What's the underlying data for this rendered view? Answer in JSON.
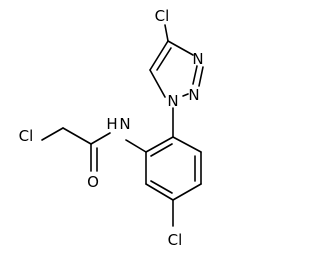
{
  "molecule": {
    "atoms": [
      {
        "id": "cl_top",
        "label": "Cl"
      },
      {
        "id": "n_triazole_upper",
        "label": "N"
      },
      {
        "id": "n_triazole_right",
        "label": "N"
      },
      {
        "id": "n_triazole_bottom",
        "label": "N"
      },
      {
        "id": "cl_left",
        "label": "Cl"
      },
      {
        "id": "n_amide",
        "label": "N"
      },
      {
        "id": "h_amide",
        "label": "H"
      },
      {
        "id": "o_carbonyl",
        "label": "O"
      },
      {
        "id": "cl_bottom",
        "label": "Cl"
      }
    ]
  }
}
